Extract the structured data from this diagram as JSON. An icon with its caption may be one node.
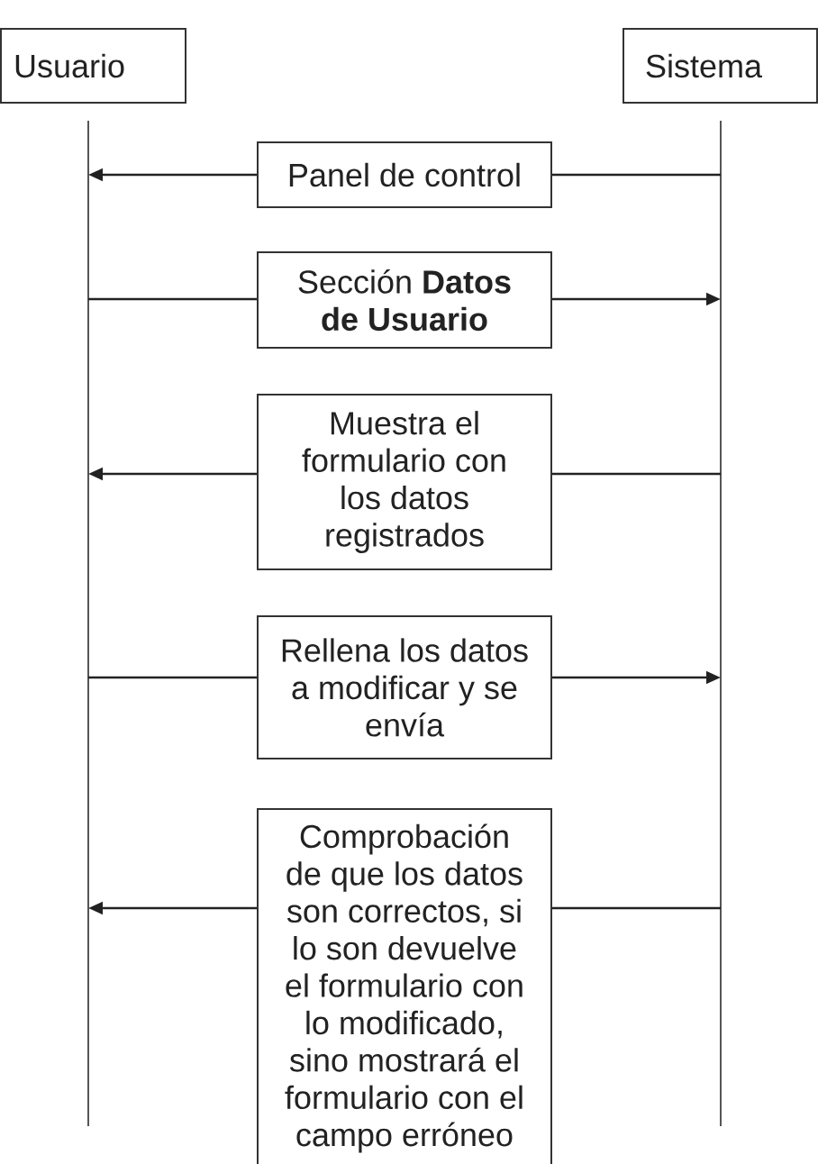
{
  "diagram": {
    "nodes": [
      {
        "text": [
          "Usuario"
        ]
      },
      {
        "text": [
          "Sistema"
        ]
      },
      {
        "text": [],
        "shape": "line"
      },
      {
        "text": [],
        "shape": "line"
      },
      {
        "text": [
          "Panel de control"
        ]
      },
      {
        "text": [
          "Sección **Datos de Usuario**"
        ]
      },
      {
        "text": [
          "Muestra el formulario con los datos registrados"
        ]
      },
      {
        "text": [
          "Rellena los datos a modificar y se envía"
        ]
      },
      {
        "text": [
          "Comprobación de que los datos son correctos, si lo son devuelve el formulario con lo modificado, sino mostrará el formulario con el campo erróneo"
        ]
      }
    ],
    "edges": [
      {
        "from": 3,
        "to": 4,
        "arrow": "none"
      },
      {
        "from": 4,
        "to": 2,
        "arrow": "to"
      },
      {
        "from": 2,
        "to": 5,
        "arrow": "none"
      },
      {
        "from": 5,
        "to": 3,
        "arrow": "to"
      },
      {
        "from": 3,
        "to": 6,
        "arrow": "none"
      },
      {
        "from": 6,
        "to": 2,
        "arrow": "to"
      },
      {
        "from": 2,
        "to": 7,
        "arrow": "none"
      },
      {
        "from": 7,
        "to": 3,
        "arrow": "to"
      },
      {
        "from": 3,
        "to": 8,
        "arrow": "none"
      },
      {
        "from": 8,
        "to": 2,
        "arrow": "to"
      }
    ]
  }
}
